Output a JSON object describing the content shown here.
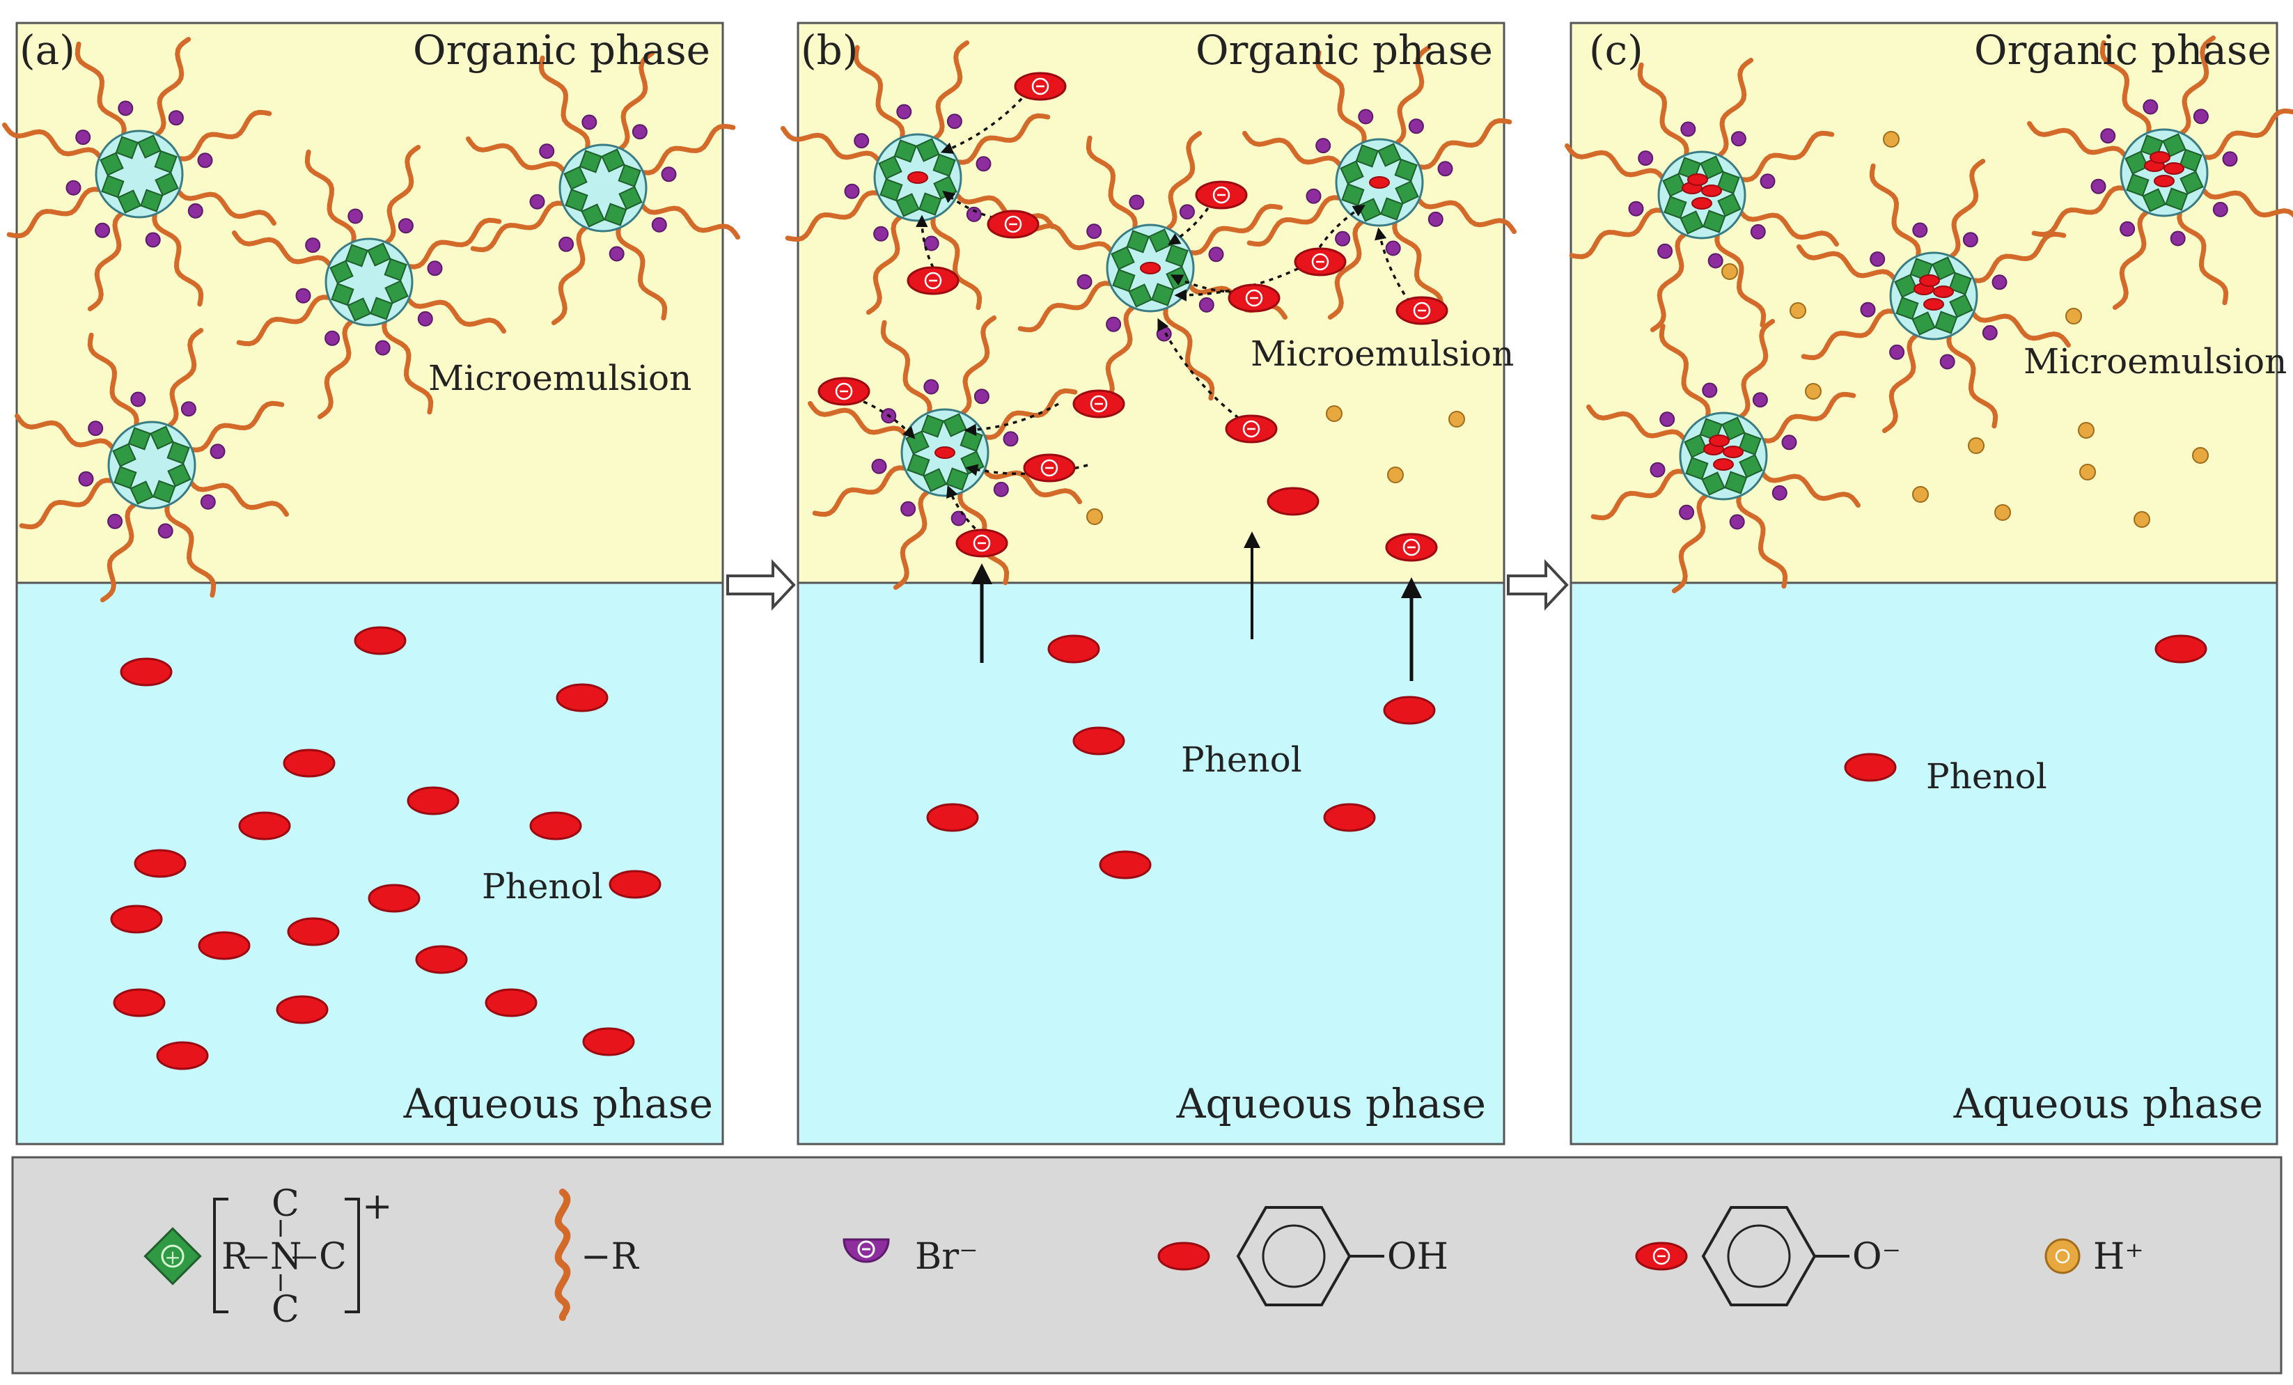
{
  "panels": [
    {
      "label": "(a)",
      "organic": "Organic phase",
      "aqueous": "Aqueous phase",
      "microemulsion": "Microemulsion",
      "phenol": "Phenol"
    },
    {
      "label": "(b)",
      "organic": "Organic phase",
      "aqueous": "Aqueous phase",
      "microemulsion": "Microemulsion",
      "phenol": "Phenol"
    },
    {
      "label": "(c)",
      "organic": "Organic phase",
      "aqueous": "Aqueous phase",
      "microemulsion": "Microemulsion",
      "phenol": "Phenol"
    }
  ],
  "legend": {
    "quat_ammonium": {
      "r": "R",
      "n": "N",
      "c": "C",
      "charge": "+"
    },
    "alkyl_chain": "−R",
    "bromide": "Br⁻",
    "phenol_group": "OH",
    "phenolate_group": "O⁻",
    "proton": "H⁺"
  },
  "colors": {
    "organic_phase": "#fbfbc9",
    "aqueous_phase": "#c7f8fc",
    "legend_bg": "#d9d9d9",
    "phenol": "#e8141b",
    "surfactant_head": "#2f9a43",
    "core": "#bdf0ef",
    "tail": "#d46a2a",
    "bromide": "#8e2d9e",
    "proton": "#e7a93f"
  }
}
